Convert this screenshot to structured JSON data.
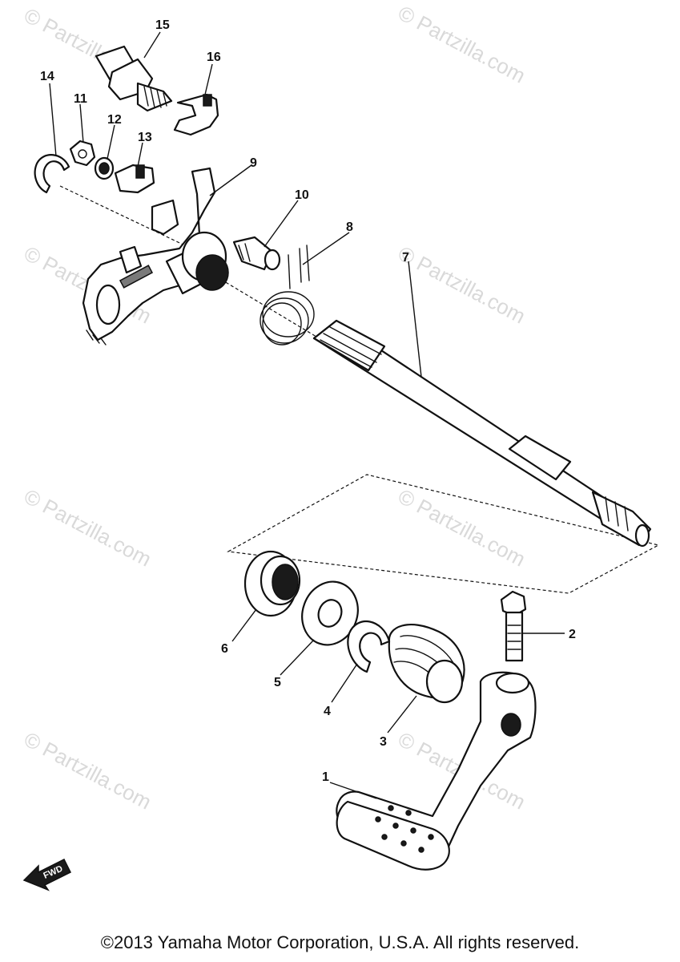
{
  "watermark": "© Partzilla.com",
  "fwd_label": "FWD",
  "copyright": "©2013 Yamaha Motor Corporation, U.S.A. All rights reserved.",
  "callouts": [
    "1",
    "2",
    "3",
    "4",
    "5",
    "6",
    "7",
    "8",
    "9",
    "10",
    "11",
    "12",
    "13",
    "14",
    "15",
    "16"
  ]
}
